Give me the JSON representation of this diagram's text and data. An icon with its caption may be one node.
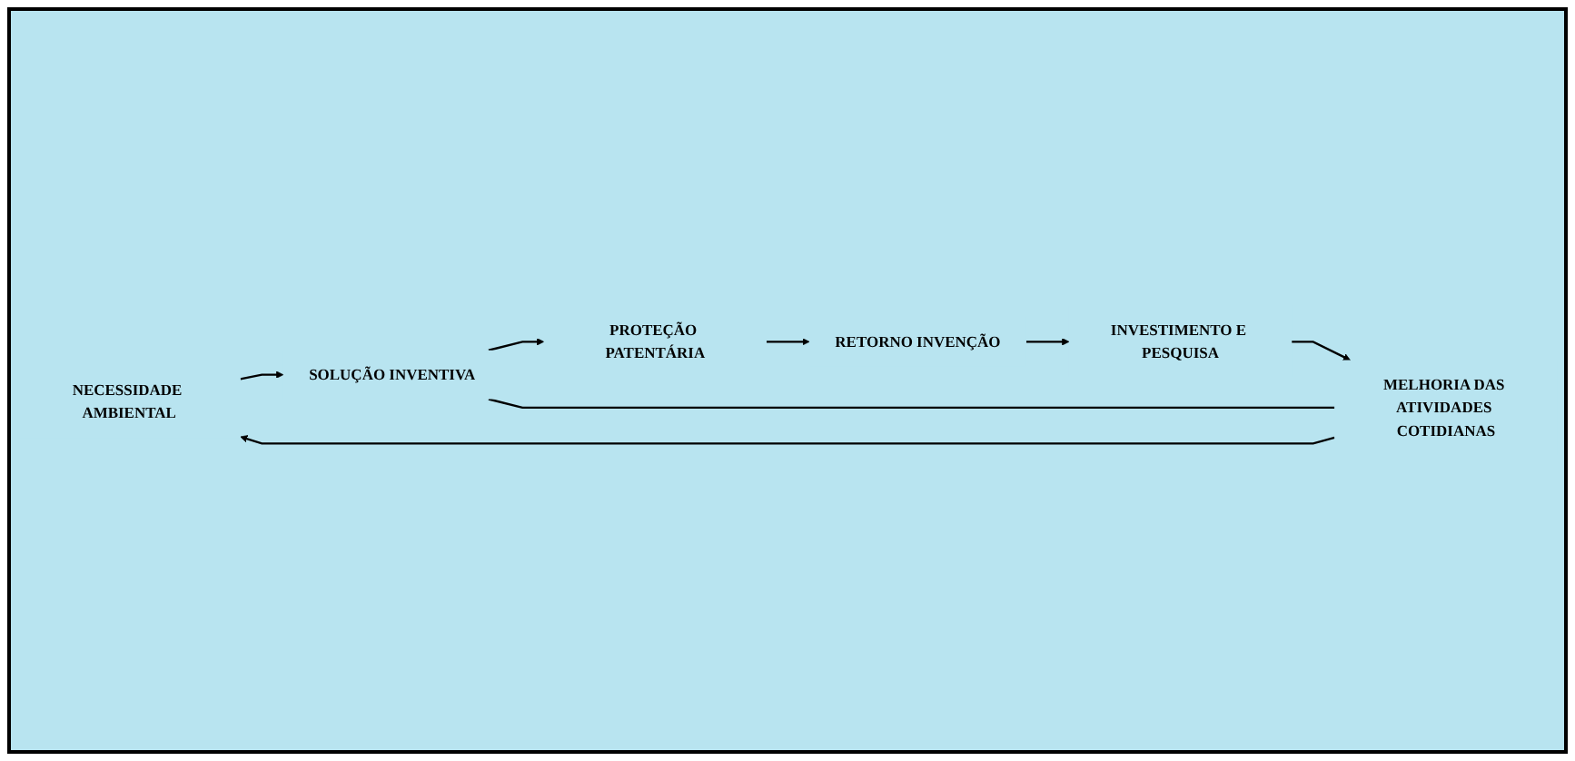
{
  "diagram": {
    "nodes": [
      {
        "text": [
          "NECESSIDADE AMBIENTAL"
        ]
      },
      {
        "text": [
          "SOLUÇÃO INVENTIVA"
        ]
      },
      {
        "text": [
          "PROTEÇÃO PATENTÁRIA"
        ]
      },
      {
        "text": [
          "RETORNO INVENÇÃO"
        ]
      },
      {
        "text": [
          "INVESTIMENTO E PESQUISA"
        ]
      },
      {
        "text": [
          "MELHORIA DAS ATIVIDADES COTIDIANAS"
        ]
      }
    ],
    "edges": [
      {
        "from": 0,
        "to": 1,
        "arrow": "to"
      },
      {
        "from": 1,
        "to": 2,
        "arrow": "to"
      },
      {
        "from": 2,
        "to": 3,
        "arrow": "to"
      },
      {
        "from": 3,
        "to": 4,
        "arrow": "to"
      },
      {
        "from": 4,
        "to": 5,
        "arrow": "to"
      },
      {
        "from": 5,
        "to": 0,
        "arrow": "to"
      },
      {
        "from": 5,
        "to": 1,
        "arrow": "none"
      }
    ]
  }
}
